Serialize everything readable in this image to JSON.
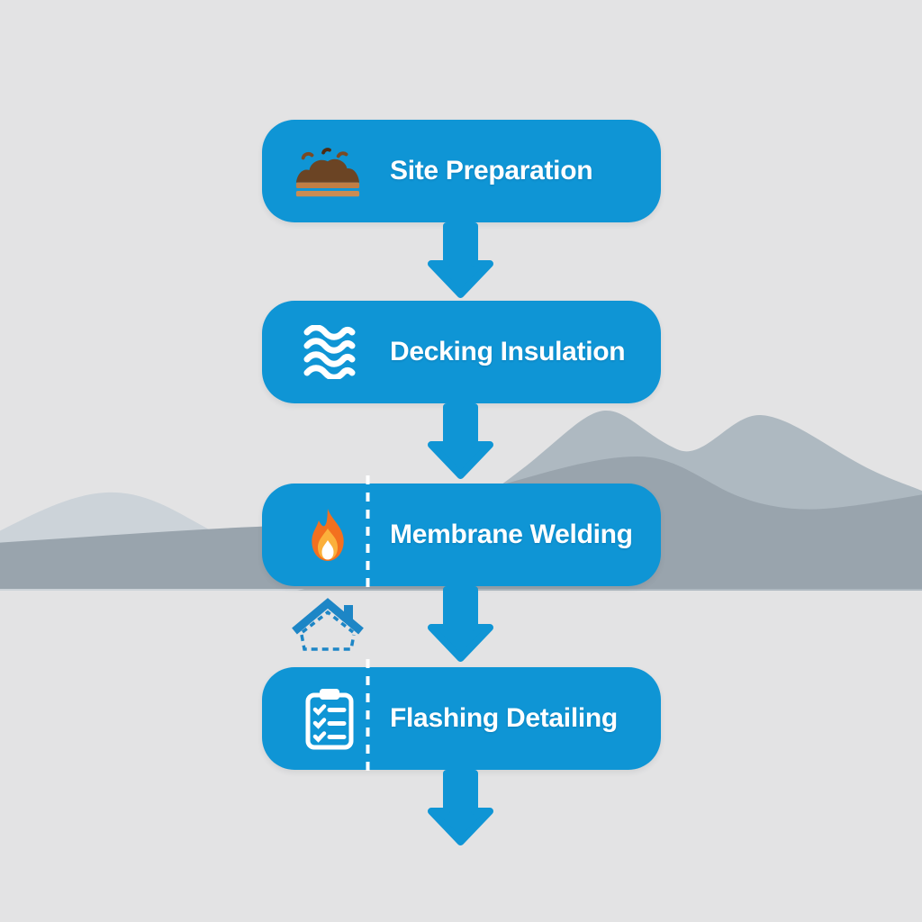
{
  "title": "Roofing installation process flowchart",
  "colors": {
    "background": "#e3e3e4",
    "accent_blue": "#0f95d5",
    "house_blue": "#1d86c6",
    "mountain_light": "#ccd3d9",
    "mountain_mid": "#aeb9c1",
    "mountain_dark": "#99a4ad",
    "flame_orange": "#f3701f",
    "flame_yellow": "#fbb03b",
    "soil_brown": "#6b4424",
    "soil_copper": "#c07e45",
    "text_white": "#ffffff"
  },
  "flow": {
    "connector": "down-arrow",
    "steps": [
      {
        "label": "Site Preparation",
        "icon": "soil-layers-icon",
        "dashed_divider": false
      },
      {
        "label": "Decking Insulation",
        "icon": "insulation-waves-icon",
        "dashed_divider": false
      },
      {
        "label": "Membrane Welding",
        "icon": "flame-icon",
        "dashed_divider": true
      },
      {
        "label": "Flashing Detailing",
        "icon": "checklist-clipboard-icon",
        "dashed_divider": true
      }
    ],
    "decorations": [
      "mountain-silhouette-background",
      "dashed-house-outline-icon"
    ]
  }
}
